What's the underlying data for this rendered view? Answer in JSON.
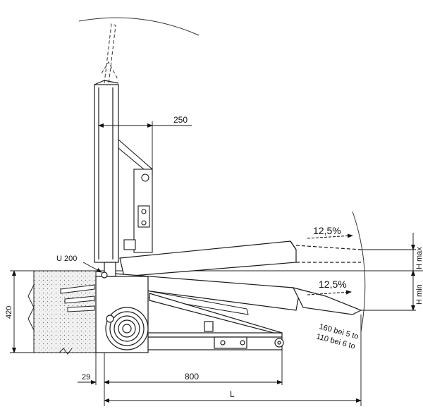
{
  "labels": {
    "dim_top": "250",
    "profile": "U 200",
    "height": "420",
    "slope_up": "12,5%",
    "slope_down": "12,5%",
    "h_max": "H max",
    "h_min": "H min",
    "note_5to": "160 bei 5 to",
    "note_6to": "110 bei 6 to",
    "dim_29": "29",
    "dim_800": "800",
    "dim_L": "L"
  },
  "colors": {
    "line": "#1a1a1a",
    "pit_fill": "#e9e9e9",
    "arrow": "#111111"
  }
}
